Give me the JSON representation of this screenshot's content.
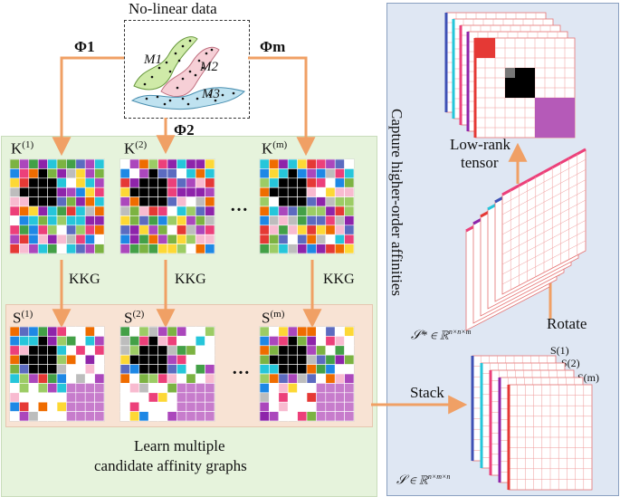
{
  "title": "No-linear data",
  "manifolds": [
    "M1",
    "M2",
    "M3"
  ],
  "phi": {
    "phi1": "Φ1",
    "phi2": "Φ2",
    "phim": "Φm"
  },
  "kernels": [
    {
      "base": "K",
      "sup": "(1)"
    },
    {
      "base": "K",
      "sup": "(2)"
    },
    {
      "base": "K",
      "sup": "(m)"
    }
  ],
  "kkg_label": "KKG",
  "graphs": [
    {
      "base": "S",
      "sup": "(1)"
    },
    {
      "base": "S",
      "sup": "(2)"
    },
    {
      "base": "S",
      "sup": "(m)"
    }
  ],
  "ellipsis": "…",
  "learn_caption": {
    "line1": "Learn multiple",
    "line2": "candidate affinity graphs"
  },
  "right_title": "Capture higher-order affinities",
  "low_rank": {
    "line1": "Low-rank",
    "line2": "tensor"
  },
  "rotate_label": "Rotate",
  "stack_label": "Stack",
  "s_star_formula": "𝒮* ∈ ℝ",
  "s_star_dims": "n×n×m",
  "s_formula": "𝒮 ∈ ℝ",
  "s_dims": "n×m×n",
  "stack_layer_labels": [
    "S(1)",
    "S(2)",
    "S(m)"
  ],
  "colors": {
    "arrow": "#f0a065",
    "panel_green": "#e6f3dc",
    "panel_peach": "#f8e3d4",
    "panel_blue": "#dfe7f3",
    "grid_red": "#e04a4a",
    "block_magenta": "#b55ab8"
  }
}
